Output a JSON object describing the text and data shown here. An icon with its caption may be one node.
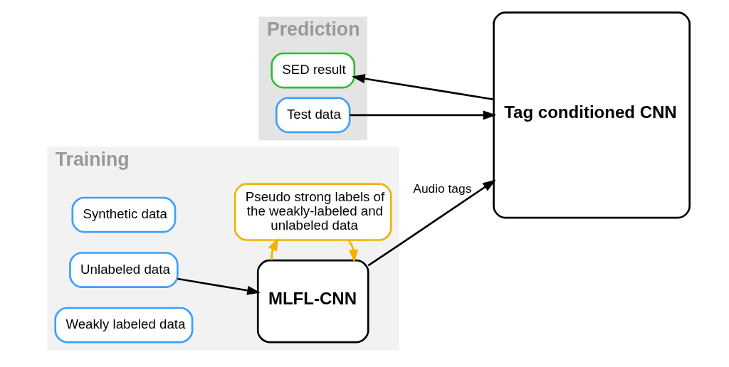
{
  "diagram": {
    "nodes": [
      {
        "text": [
          "Training"
        ]
      },
      {
        "text": [
          "Pseudo strong labels of the weakly-labeled and unlabeled data"
        ],
        "in": 0
      },
      {
        "text": [
          "Weakly labeled data"
        ],
        "in": 0
      },
      {
        "text": [
          "Unlabeled data"
        ],
        "in": 0
      },
      {
        "text": [
          "Synthetic data"
        ],
        "in": 0
      },
      {
        "text": [
          "MLFL-CNN"
        ],
        "in": 0
      },
      {
        "text": [
          "Tag conditioned CNN"
        ]
      },
      {
        "text": [
          "Prediction"
        ]
      },
      {
        "text": [
          "Test data"
        ],
        "in": 7
      },
      {
        "text": [
          "SED result"
        ],
        "in": 7
      }
    ],
    "edges": [
      {
        "from": 3,
        "to": 5,
        "arrow": "to"
      },
      {
        "from": 1,
        "to": 5,
        "arrow": "to",
        "color": "#f0b400"
      },
      {
        "from": 5,
        "to": 1,
        "arrow": "to",
        "color": "#f0b400"
      },
      {
        "from": 5,
        "to": 6,
        "arrow": "to",
        "label": "Audio tags"
      },
      {
        "from": 8,
        "to": 6,
        "arrow": "to"
      },
      {
        "from": 6,
        "to": 9,
        "arrow": "to"
      }
    ]
  }
}
